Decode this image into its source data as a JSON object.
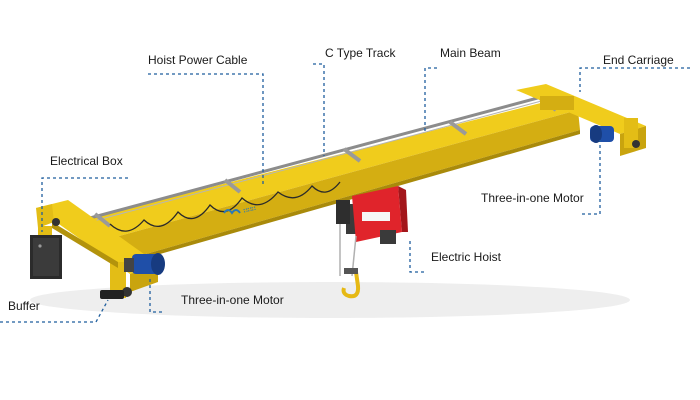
{
  "labels": {
    "hoist_power_cable": "Hoist Power Cable",
    "c_type_track": "C Type Track",
    "main_beam": "Main Beam",
    "end_carriage": "End Carriage",
    "electrical_box": "Electrical Box",
    "three_in_one_motor_right": "Three-in-one Motor",
    "electric_hoist": "Electric Hoist",
    "buffer": "Buffer",
    "three_in_one_motor_left": "Three-in-one Motor"
  },
  "colors": {
    "beam_yellow": "#f0cc1c",
    "beam_shadow": "#c9a40e",
    "hoist_red": "#e0242b",
    "motor_blue": "#1f4fa8",
    "leader_blue": "#1f5e9e",
    "logo_blue": "#2a78b8"
  }
}
